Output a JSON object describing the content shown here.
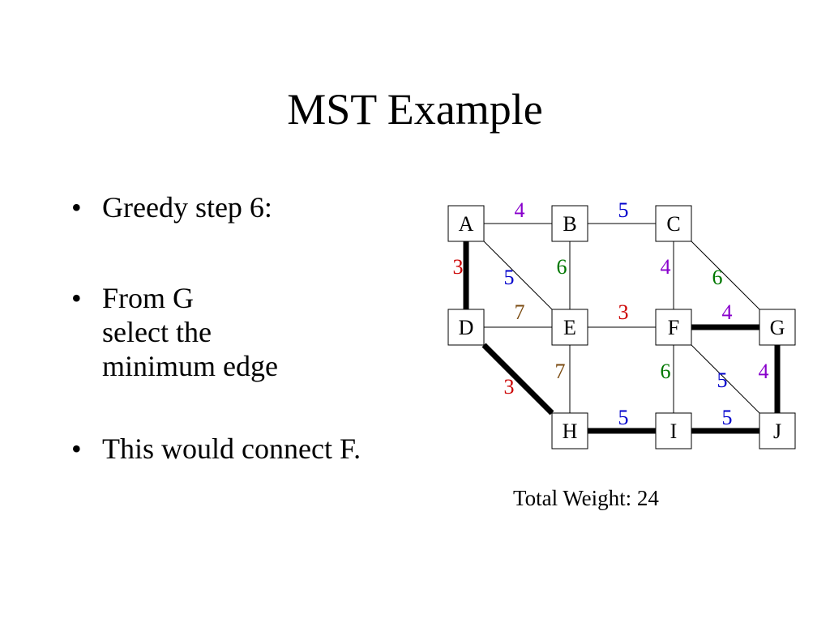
{
  "slide": {
    "title": "MST Example",
    "bullets": [
      "Greedy step 6:",
      "From G\nselect the\nminimum edge",
      "This would connect F."
    ],
    "total_weight": "Total Weight: 24"
  },
  "colors": {
    "weight_3": "#cc0000",
    "weight_4": "#8800cc",
    "weight_5": "#0000cc",
    "weight_6": "#007700",
    "weight_7": "#7a4a10"
  },
  "graph": {
    "nodes": [
      "A",
      "B",
      "C",
      "D",
      "E",
      "F",
      "G",
      "H",
      "I",
      "J"
    ],
    "edges": [
      {
        "from": "A",
        "to": "B",
        "weight": "4",
        "in_mst": false
      },
      {
        "from": "B",
        "to": "C",
        "weight": "5",
        "in_mst": false
      },
      {
        "from": "A",
        "to": "D",
        "weight": "3",
        "in_mst": true
      },
      {
        "from": "A",
        "to": "E",
        "weight": "5",
        "in_mst": false
      },
      {
        "from": "B",
        "to": "E",
        "weight": "6",
        "in_mst": false
      },
      {
        "from": "C",
        "to": "F",
        "weight": "4",
        "in_mst": false
      },
      {
        "from": "C",
        "to": "G",
        "weight": "6",
        "in_mst": false
      },
      {
        "from": "D",
        "to": "E",
        "weight": "7",
        "in_mst": false
      },
      {
        "from": "E",
        "to": "F",
        "weight": "3",
        "in_mst": false
      },
      {
        "from": "F",
        "to": "G",
        "weight": "4",
        "in_mst": true
      },
      {
        "from": "D",
        "to": "H",
        "weight": "3",
        "in_mst": true
      },
      {
        "from": "E",
        "to": "H",
        "weight": "7",
        "in_mst": false
      },
      {
        "from": "F",
        "to": "I",
        "weight": "6",
        "in_mst": false
      },
      {
        "from": "F",
        "to": "J",
        "weight": "5",
        "in_mst": false
      },
      {
        "from": "G",
        "to": "J",
        "weight": "4",
        "in_mst": true
      },
      {
        "from": "H",
        "to": "I",
        "weight": "5",
        "in_mst": true
      },
      {
        "from": "I",
        "to": "J",
        "weight": "5",
        "in_mst": true
      }
    ]
  }
}
